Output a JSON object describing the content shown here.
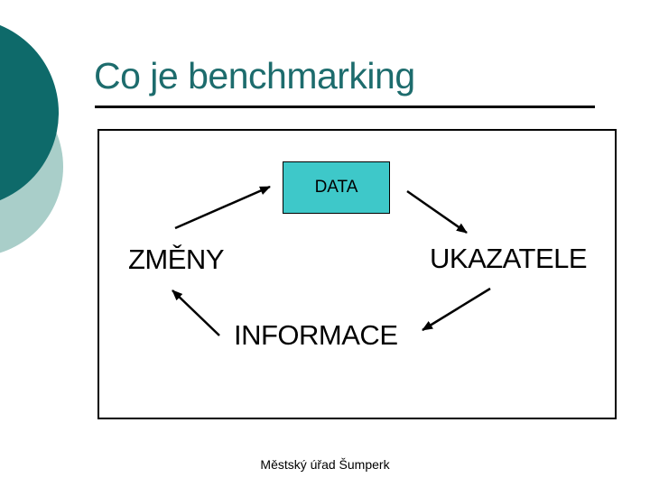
{
  "title": "Co je benchmarking",
  "footer": "Městský úřad Šumperk",
  "colors": {
    "title_text": "#1d6c6d",
    "decoration_circle_dark": "#0e6a6a",
    "decoration_circle_light": "#a9cec9",
    "data_box_fill": "#3ec8c9",
    "diagram_lines": "#000000"
  },
  "diagram": {
    "type": "cycle",
    "nodes": [
      {
        "id": "data",
        "label": "DATA",
        "shape": "filled-box"
      },
      {
        "id": "zmeny",
        "label": "ZMĚNY",
        "shape": "text"
      },
      {
        "id": "ukazatele",
        "label": "UKAZATELE",
        "shape": "text"
      },
      {
        "id": "informace",
        "label": "INFORMACE",
        "shape": "text"
      }
    ],
    "arrows": [
      {
        "from": "zmeny",
        "to": "data"
      },
      {
        "from": "data",
        "to": "ukazatele"
      },
      {
        "from": "ukazatele",
        "to": "informace"
      },
      {
        "from": "informace",
        "to": "zmeny"
      }
    ]
  }
}
